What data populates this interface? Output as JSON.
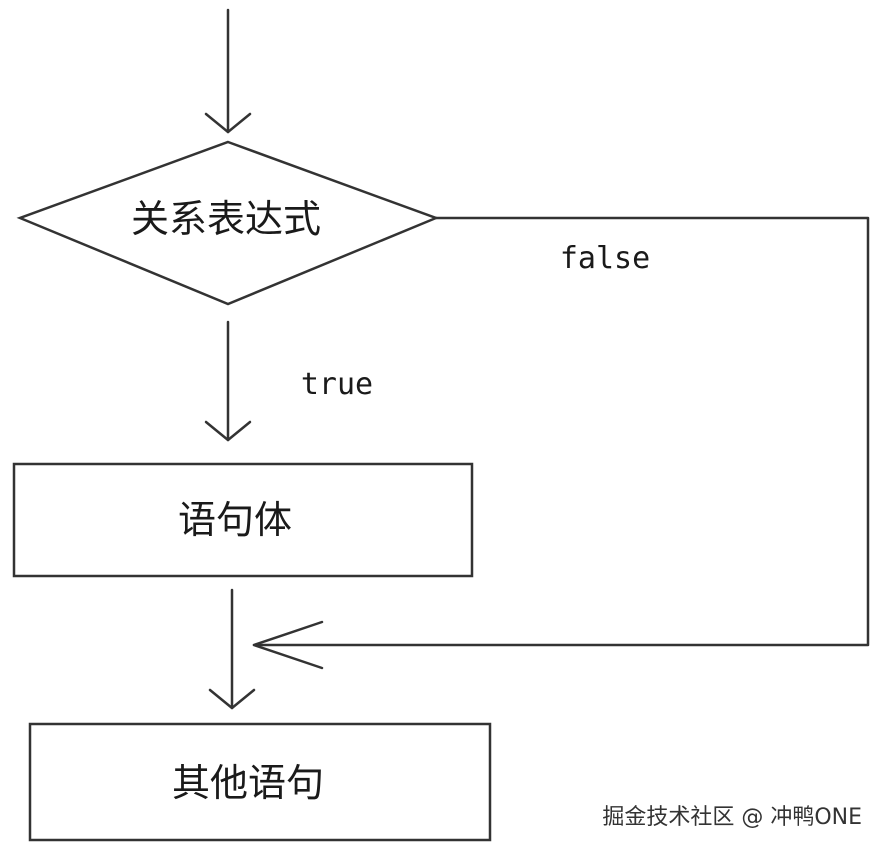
{
  "diagram": {
    "condition_label": "关系表达式",
    "false_label": "false",
    "true_label": "true",
    "body_label": "语句体",
    "other_label": "其他语句"
  },
  "watermark": {
    "text": "掘金技术社区 @ 冲鸭ONE"
  }
}
